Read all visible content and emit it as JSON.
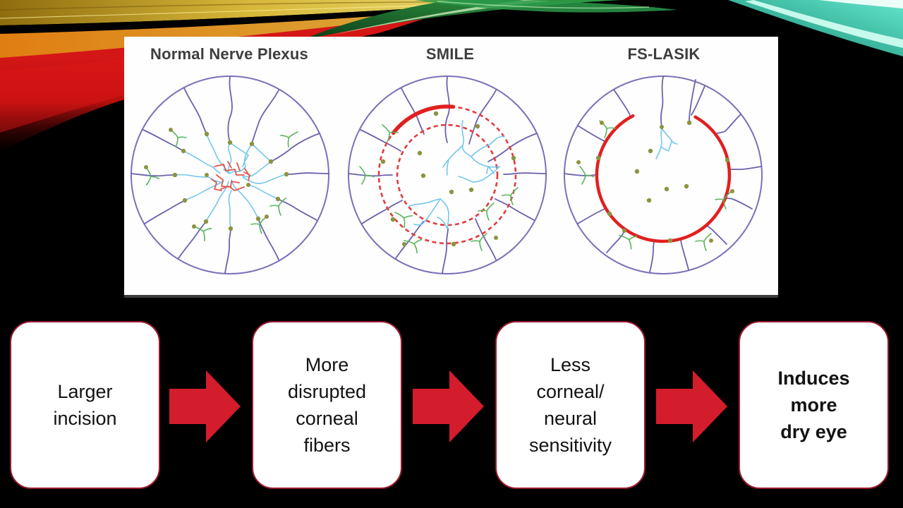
{
  "slide": {
    "background_color": "#000000"
  },
  "figure": {
    "description": "Corneal sub-basal nerve plexus comparison figure",
    "panels": [
      {
        "title": "Normal Nerve Plexus"
      },
      {
        "title": "SMILE"
      },
      {
        "title": "FS-LASIK"
      }
    ],
    "colors": {
      "panel_bg": "#fefefe",
      "title_text": "#3e3e3e",
      "rim_purple": "#7a71b8",
      "trunk_purple": "#6b61ad",
      "branch_cyan": "#74c7ec",
      "mesh_red": "#e2574d",
      "dashed_red": "#e03c3c",
      "incision_red": "#e02020",
      "twig_green": "#58b45c",
      "dot_olive": "#8c9340"
    }
  },
  "flowchart": {
    "steps": [
      {
        "label": "Larger\nincision",
        "emphasis": "normal"
      },
      {
        "label": "More\ndisrupted\ncorneal\nfibers",
        "emphasis": "normal"
      },
      {
        "label": "Less\ncorneal/\nneural\nsensitivity",
        "emphasis": "normal"
      },
      {
        "label": "Induces\nmore\ndry eye",
        "emphasis": "bold"
      }
    ],
    "colors": {
      "box_border": "#9b1b2e",
      "box_fill": "#ffffff",
      "box_text": "#121212",
      "arrow_red": "#d31c2c"
    }
  },
  "decoration": {
    "ribbon_colors": [
      "#9c7a14",
      "#e8d96a",
      "#d97b12",
      "#d41616",
      "#1c6b2e",
      "#46c060",
      "#2ec4a9",
      "#d6fff4"
    ]
  }
}
